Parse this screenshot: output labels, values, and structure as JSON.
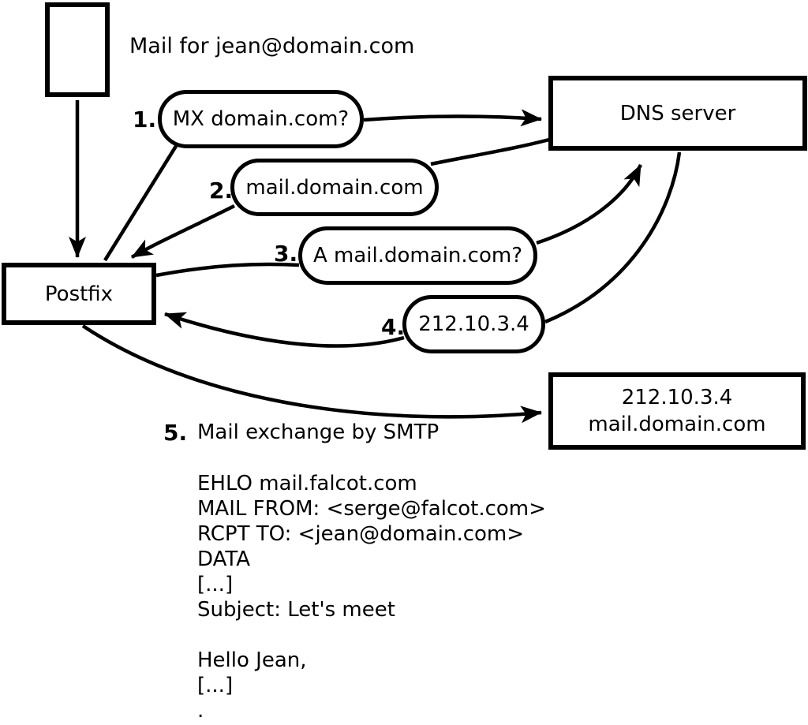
{
  "note": "Mail for jean@domain.com",
  "nodes": {
    "postfix": {
      "label": "Postfix"
    },
    "dns": {
      "label": "DNS server"
    },
    "mail_server": {
      "line1": "212.10.3.4",
      "line2": "mail.domain.com"
    }
  },
  "steps": [
    {
      "number": "1.",
      "text": "MX domain.com?"
    },
    {
      "number": "2.",
      "text": "mail.domain.com"
    },
    {
      "number": "3.",
      "text": "A mail.domain.com?"
    },
    {
      "number": "4.",
      "text": "212.10.3.4"
    },
    {
      "number": "5.",
      "text": "Mail exchange by SMTP"
    }
  ],
  "smtp_session": {
    "lines": [
      "EHLO mail.falcot.com",
      "MAIL FROM: <serge@falcot.com>",
      "RCPT TO: <jean@domain.com>",
      "DATA",
      "[...]",
      "Subject: Let's meet",
      "",
      "Hello Jean,",
      "[...]",
      "."
    ]
  },
  "colors": {
    "line": "#000000",
    "background": "#ffffff"
  }
}
